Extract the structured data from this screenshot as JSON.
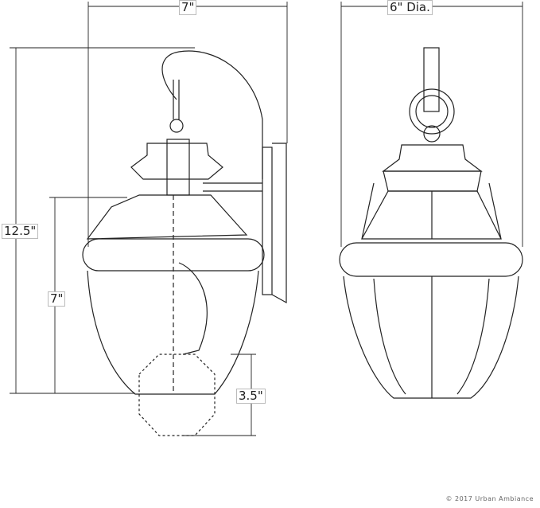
{
  "dimensions": {
    "width_side": "7\"",
    "diameter_front": "6\" Dia.",
    "total_height": "12.5\"",
    "body_height": "7\"",
    "bulb_extension": "3.5\""
  },
  "copyright": "© 2017 Urban Ambiance",
  "colors": {
    "line": "#222222",
    "background": "#ffffff"
  }
}
